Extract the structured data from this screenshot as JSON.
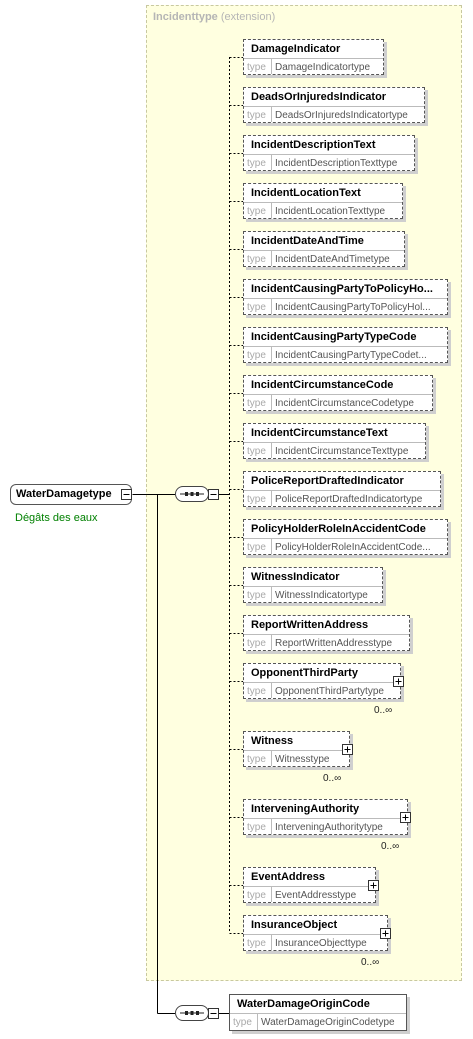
{
  "extension": {
    "name": "Incidenttype",
    "kind": "(extension)"
  },
  "root": {
    "name": "WaterDamagetype",
    "documentation": "Dégâts des eaux"
  },
  "type_label": "type",
  "elements": [
    {
      "name": "DamageIndicator",
      "type": "DamageIndicatortype",
      "expandable": false,
      "multiplicity": ""
    },
    {
      "name": "DeadsOrInjuredsIndicator",
      "type": "DeadsOrInjuredsIndicatortype",
      "expandable": false,
      "multiplicity": ""
    },
    {
      "name": "IncidentDescriptionText",
      "type": "IncidentDescriptionTexttype",
      "expandable": false,
      "multiplicity": ""
    },
    {
      "name": "IncidentLocationText",
      "type": "IncidentLocationTexttype",
      "expandable": false,
      "multiplicity": ""
    },
    {
      "name": "IncidentDateAndTime",
      "type": "IncidentDateAndTimetype",
      "expandable": false,
      "multiplicity": ""
    },
    {
      "name": "IncidentCausingPartyToPolicyHo...",
      "type": "IncidentCausingPartyToPolicyHol...",
      "expandable": false,
      "multiplicity": ""
    },
    {
      "name": "IncidentCausingPartyTypeCode",
      "type": "IncidentCausingPartyTypeCodet...",
      "expandable": false,
      "multiplicity": ""
    },
    {
      "name": "IncidentCircumstanceCode",
      "type": "IncidentCircumstanceCodetype",
      "expandable": false,
      "multiplicity": ""
    },
    {
      "name": "IncidentCircumstanceText",
      "type": "IncidentCircumstanceTexttype",
      "expandable": false,
      "multiplicity": ""
    },
    {
      "name": "PoliceReportDraftedIndicator",
      "type": "PoliceReportDraftedIndicatortype",
      "expandable": false,
      "multiplicity": ""
    },
    {
      "name": "PolicyHolderRoleInAccidentCode",
      "type": "PolicyHolderRoleInAccidentCode...",
      "expandable": false,
      "multiplicity": ""
    },
    {
      "name": "WitnessIndicator",
      "type": "WitnessIndicatortype",
      "expandable": false,
      "multiplicity": ""
    },
    {
      "name": "ReportWrittenAddress",
      "type": "ReportWrittenAddresstype",
      "expandable": false,
      "multiplicity": ""
    },
    {
      "name": "OpponentThirdParty",
      "type": "OpponentThirdPartytype",
      "expandable": true,
      "multiplicity": "0..∞"
    },
    {
      "name": "Witness",
      "type": "Witnesstype",
      "expandable": true,
      "multiplicity": "0..∞"
    },
    {
      "name": "InterveningAuthority",
      "type": "InterveningAuthoritytype",
      "expandable": true,
      "multiplicity": "0..∞"
    },
    {
      "name": "EventAddress",
      "type": "EventAddresstype",
      "expandable": true,
      "multiplicity": ""
    },
    {
      "name": "InsuranceObject",
      "type": "InsuranceObjecttype",
      "expandable": true,
      "multiplicity": "0..∞"
    }
  ],
  "extra_element": {
    "name": "WaterDamageOriginCode",
    "type": "WaterDamageOriginCodetype"
  }
}
